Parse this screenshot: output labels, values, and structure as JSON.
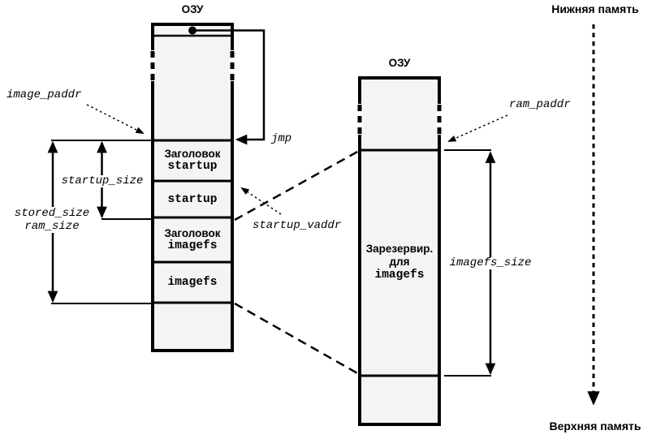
{
  "left_memory": {
    "title": "ОЗУ",
    "sections": {
      "header_startup_line1": "Заголовок",
      "header_startup_line2": "startup",
      "startup": "startup",
      "header_imagefs_line1": "Заголовок",
      "header_imagefs_line2": "imagefs",
      "imagefs": "imagefs"
    }
  },
  "right_memory": {
    "title": "ОЗУ",
    "reserved_line1": "Зарезервир.",
    "reserved_line2": "для",
    "reserved_line3": "imagefs"
  },
  "pointers": {
    "image_paddr": "image_paddr",
    "jmp": "jmp",
    "startup_vaddr": "startup_vaddr",
    "ram_paddr": "ram_paddr"
  },
  "sizes": {
    "startup_size": "startup_size",
    "stored_size": "stored_size",
    "ram_size": "ram_size",
    "imagefs_size": "imagefs_size"
  },
  "memory_direction": {
    "top_label": "Нижняя память",
    "bottom_label": "Верхняя память"
  },
  "colors": {
    "region_fill": "#f4f4f5",
    "line": "#000000",
    "background": "#ffffff"
  }
}
